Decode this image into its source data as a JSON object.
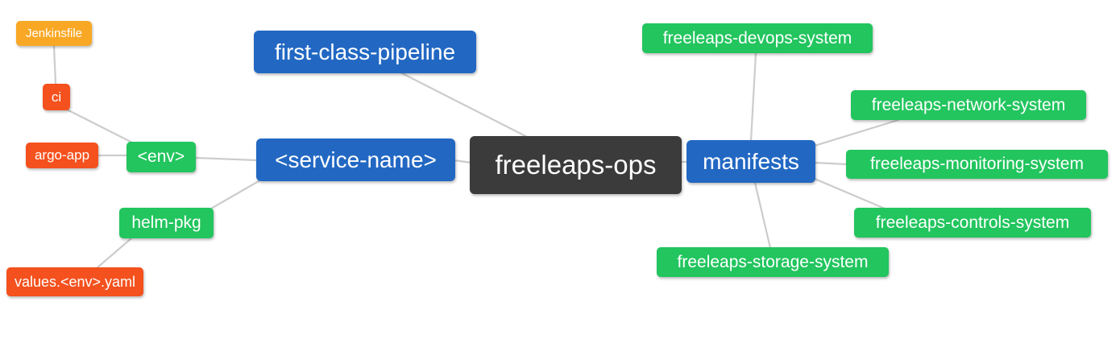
{
  "colors": {
    "blue": "#2268c3",
    "green": "#22c55e",
    "orange": "#f9a825",
    "red": "#f4511e",
    "dark": "#3b3b3b",
    "edge": "#cccccc",
    "node_text": "#ffffff",
    "background": "#ffffff"
  },
  "mindmap": {
    "root": {
      "label": "freeleaps-ops"
    },
    "nodes": {
      "jenkinsfile": {
        "label": "Jenkinsfile"
      },
      "ci": {
        "label": "ci"
      },
      "argo_app": {
        "label": "argo-app"
      },
      "env": {
        "label": "<env>"
      },
      "helm_pkg": {
        "label": "helm-pkg"
      },
      "values_yaml": {
        "label": "values.<env>.yaml"
      },
      "first_class_pipeline": {
        "label": "first-class-pipeline"
      },
      "service_name": {
        "label": "<service-name>"
      },
      "manifests": {
        "label": "manifests"
      },
      "devops_system": {
        "label": "freeleaps-devops-system"
      },
      "network_system": {
        "label": "freeleaps-network-system"
      },
      "monitoring_system": {
        "label": "freeleaps-monitoring-system"
      },
      "controls_system": {
        "label": "freeleaps-controls-system"
      },
      "storage_system": {
        "label": "freeleaps-storage-system"
      }
    },
    "edges": [
      {
        "from": "Jenkinsfile",
        "to": "ci"
      },
      {
        "from": "ci",
        "to": "<env>"
      },
      {
        "from": "argo-app",
        "to": "<env>"
      },
      {
        "from": "<env>",
        "to": "<service-name>"
      },
      {
        "from": "helm-pkg",
        "to": "<service-name>"
      },
      {
        "from": "values.<env>.yaml",
        "to": "helm-pkg"
      },
      {
        "from": "first-class-pipeline",
        "to": "freeleaps-ops"
      },
      {
        "from": "<service-name>",
        "to": "freeleaps-ops"
      },
      {
        "from": "freeleaps-ops",
        "to": "manifests"
      },
      {
        "from": "manifests",
        "to": "freeleaps-devops-system"
      },
      {
        "from": "manifests",
        "to": "freeleaps-network-system"
      },
      {
        "from": "manifests",
        "to": "freeleaps-monitoring-system"
      },
      {
        "from": "manifests",
        "to": "freeleaps-controls-system"
      },
      {
        "from": "manifests",
        "to": "freeleaps-storage-system"
      }
    ]
  }
}
